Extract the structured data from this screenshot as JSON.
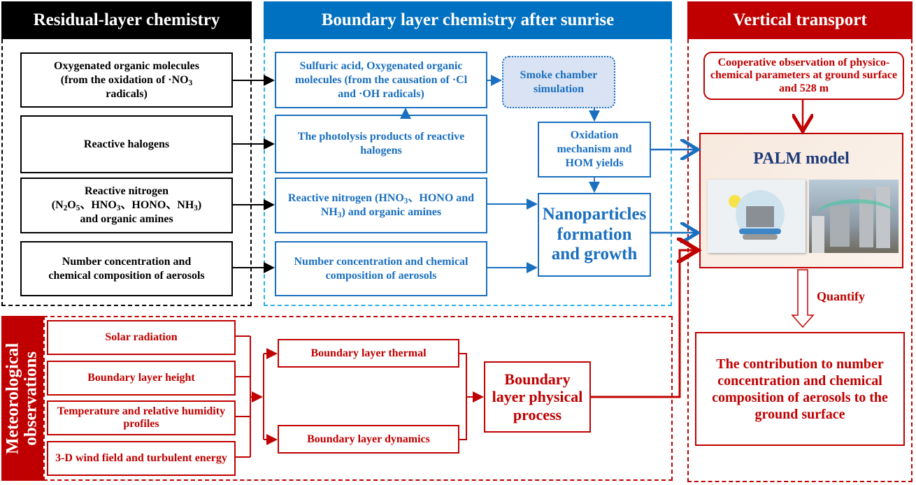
{
  "sections": {
    "residual": {
      "title": "Residual-layer chemistry",
      "color": "#000000"
    },
    "boundary": {
      "title": "Boundary layer chemistry after sunrise",
      "color": "#0070c0"
    },
    "vertical": {
      "title": "Vertical transport",
      "color": "#c00000"
    },
    "meteo": {
      "title": "Meteorological observations",
      "color": "#c00000"
    }
  },
  "residual_boxes": [
    {
      "html": "Oxygenated organic molecules<br>(from the oxidation of ·NO<sub>3</sub><br>radicals)"
    },
    {
      "html": "Reactive halogens"
    },
    {
      "html": "Reactive nitrogen<br>(N<sub>2</sub>O<sub>5</sub>、HNO<sub>3</sub>、HONO、NH<sub>3</sub>)<br>and organic amines"
    },
    {
      "html": "Number concentration and<br>chemical composition of aerosols"
    }
  ],
  "boundary_boxes": [
    {
      "html": "Sulfuric acid, Oxygenated organic<br>molecules (from the causation of ·Cl<br>and ·OH radicals)"
    },
    {
      "html": "The photolysis products of reactive<br>halogens"
    },
    {
      "html": "Reactive nitrogen (HNO<sub>3</sub>、HONO and<br>NH<sub>3</sub>) and organic amines"
    },
    {
      "html": "Number concentration and chemical<br>composition of aerosols"
    }
  ],
  "smoke_chamber": "Smoke chamber simulation",
  "oxidation": "Oxidation mechanism and HOM yields",
  "nanoparticles": "Nanoparticles formation and growth",
  "cooperative": "Cooperative observation of physico-chemical parameters at ground surface and 528 m",
  "palm": {
    "title": "PALM model",
    "image_left": "PALM-4U schematic (urban surfaces, chemistry, radiation, vegetation, soil)",
    "image_right": "3-D urban flow simulation around skyscrapers"
  },
  "quantify": "Quantify",
  "contribution": "The  contribution to number concentration and chemical composition of aerosols to the ground surface",
  "meteo_boxes": [
    {
      "label": "Solar radiation"
    },
    {
      "label": "Boundary layer height"
    },
    {
      "label": "Temperature and relative humidity profiles"
    },
    {
      "label": "3-D wind field and turbulent energy"
    }
  ],
  "bl_thermal": "Boundary layer thermal",
  "bl_dynamics": "Boundary layer dynamics",
  "bl_physical": "Boundary layer physical process"
}
